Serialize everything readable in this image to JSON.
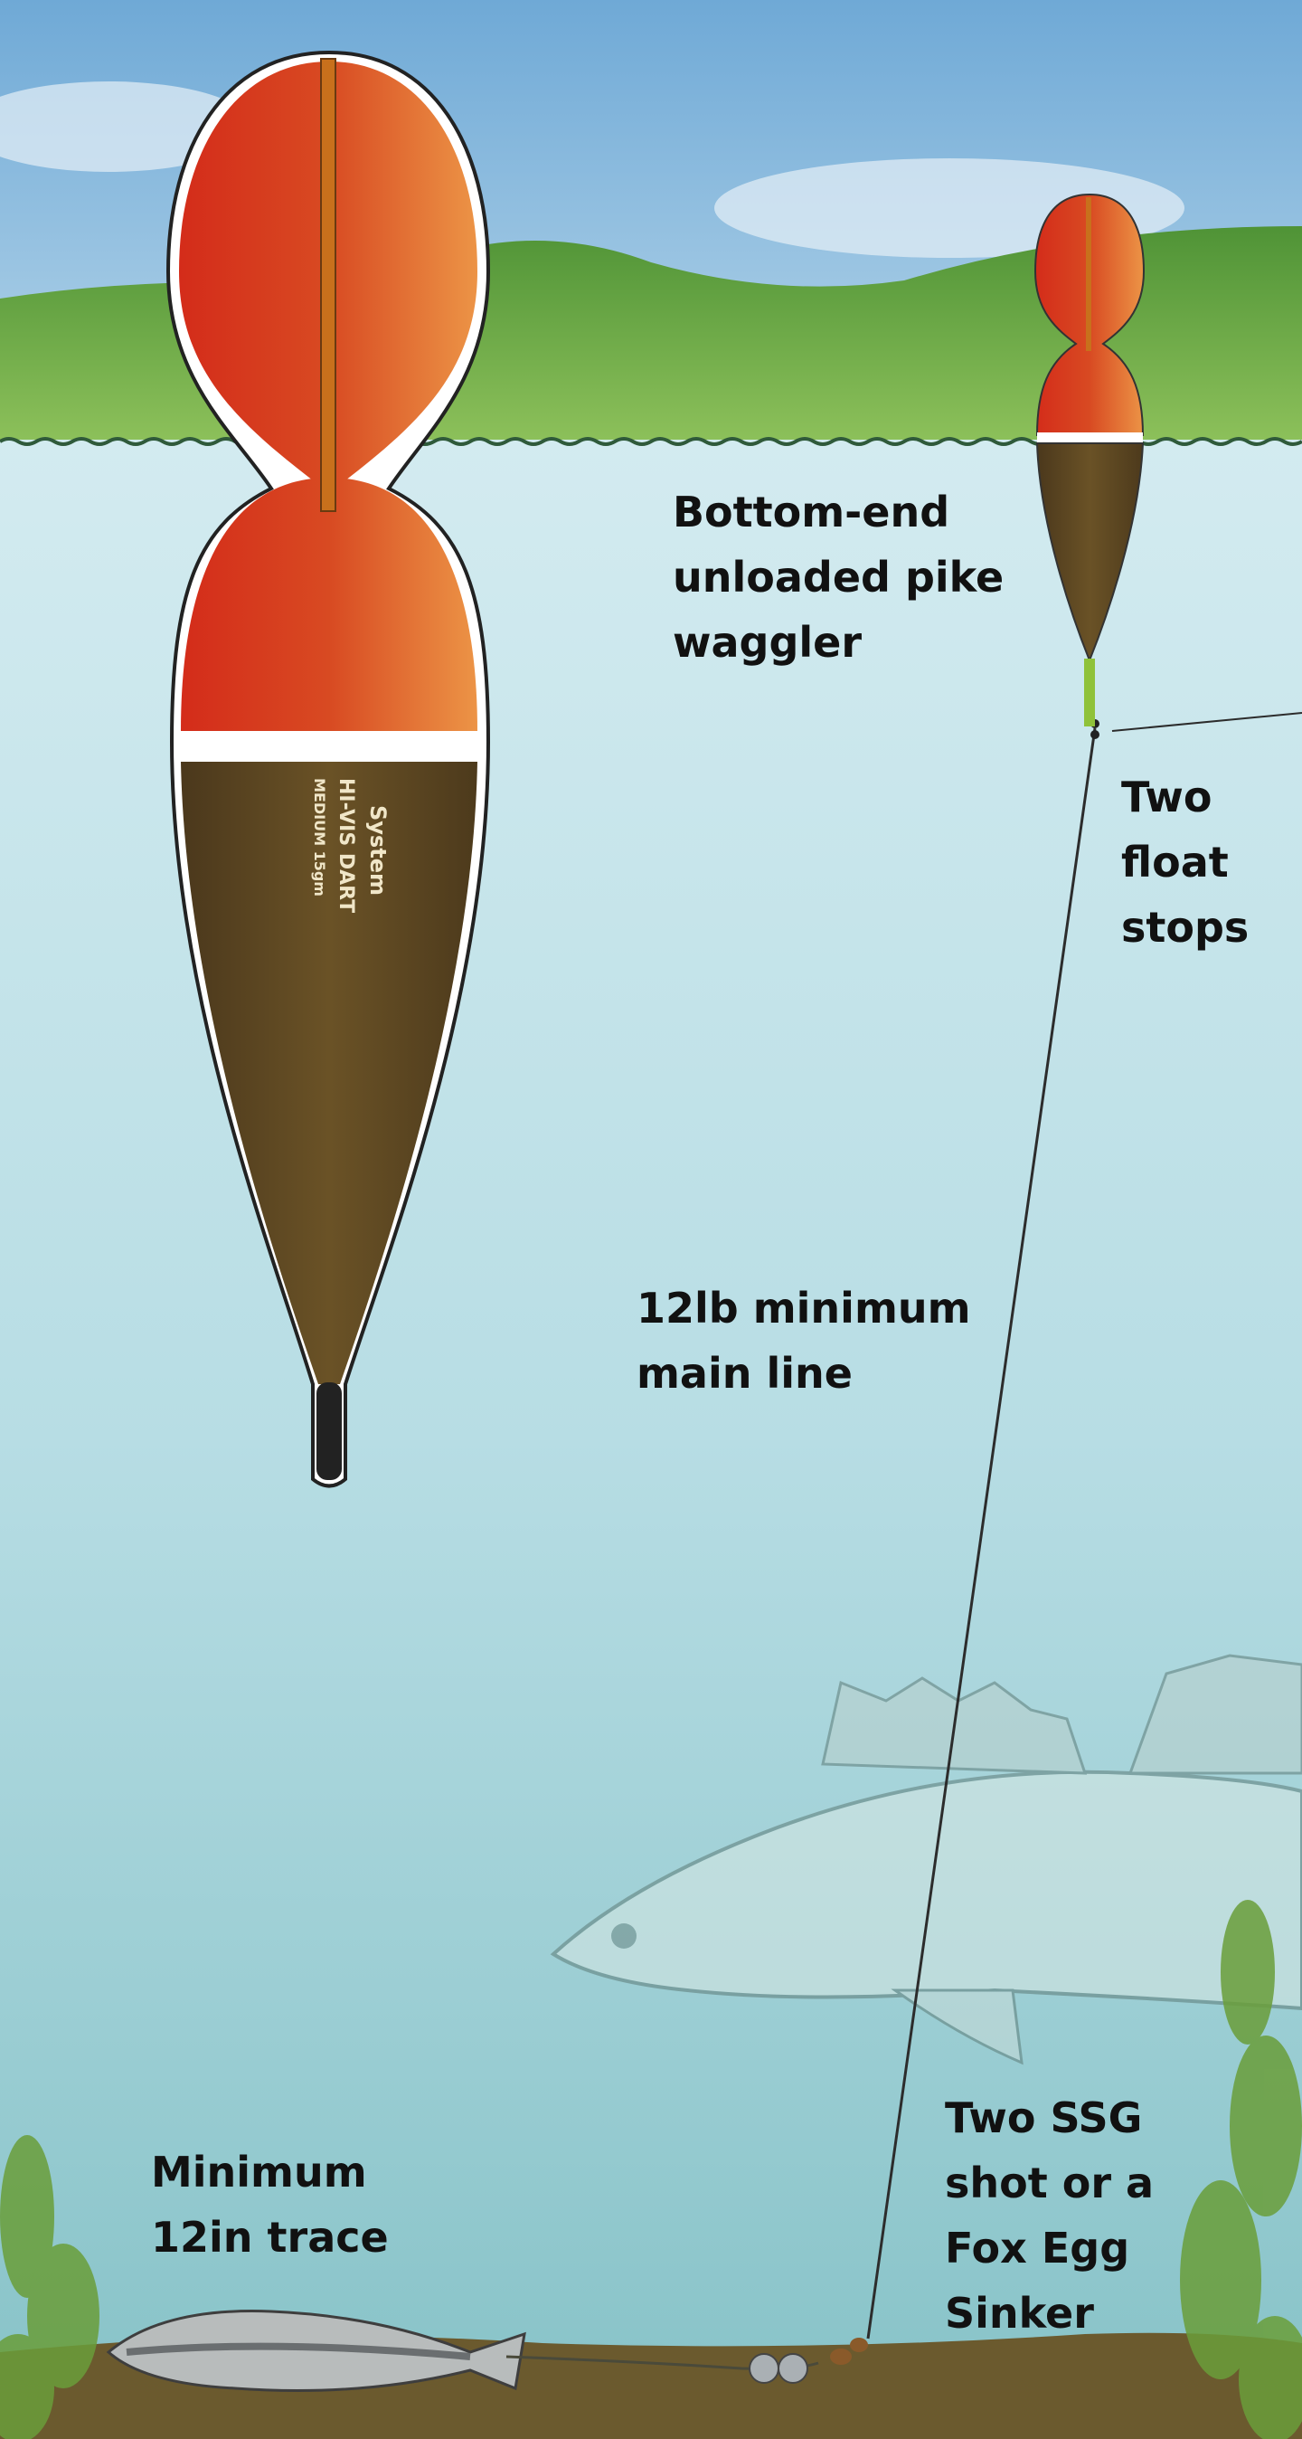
{
  "labels": {
    "float_type": [
      "Bottom-end",
      "unloaded pike",
      "waggler"
    ],
    "float_stops": [
      "Two",
      "float",
      "stops"
    ],
    "main_line": [
      "12lb minimum",
      "main line"
    ],
    "weights": [
      "Two SSG",
      "shot or a",
      "Fox Egg",
      "Sinker"
    ],
    "trace": [
      "Minimum",
      "12in trace"
    ]
  },
  "float_logo": [
    "System",
    "HI-VIS DART",
    "MEDIUM 15gm"
  ],
  "colors": {
    "sky": "#7fb4da",
    "hills": "#5c9c3c",
    "water_top": "#cfe8ee",
    "water_bottom": "#8ec6cc",
    "float_red": "#d8331c",
    "float_orange": "#e98a3a",
    "float_brown": "#5a4420",
    "ground": "#6b5a2e"
  }
}
